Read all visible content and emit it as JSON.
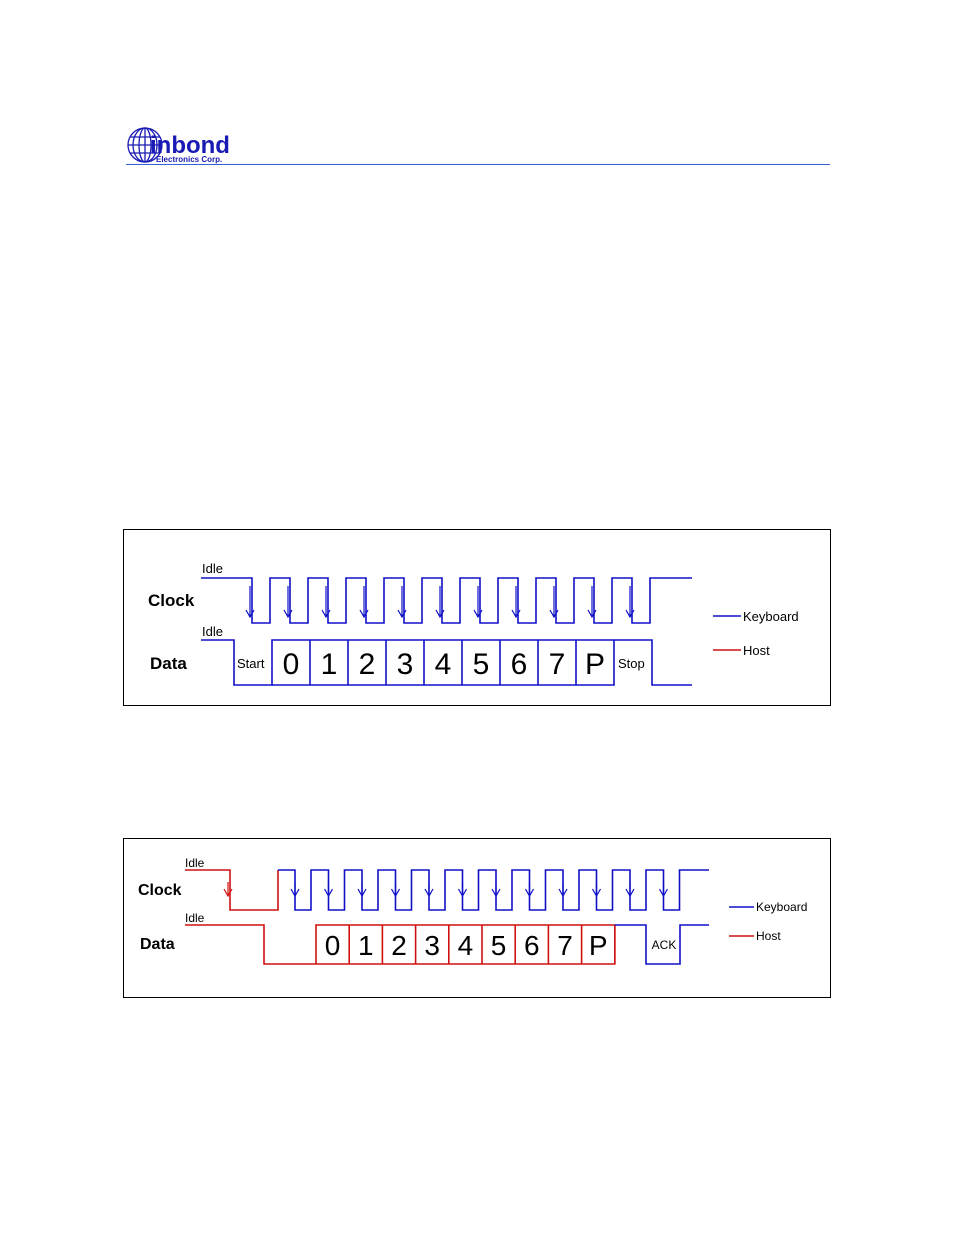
{
  "logo": {
    "brand": "Winbond",
    "tagline": "Electronics Corp.",
    "color": "#1a1ab4"
  },
  "colors": {
    "keyboard": "#1010c8",
    "host": "#d01010",
    "rule": "#3a5fd6"
  },
  "fig1": {
    "clock_label": "Clock",
    "data_label": "Data",
    "clock_idle": "Idle",
    "data_idle": "Idle",
    "start_label": "Start",
    "stop_label": "Stop",
    "bits": [
      "0",
      "1",
      "2",
      "3",
      "4",
      "5",
      "6",
      "7",
      "P"
    ],
    "legend": {
      "keyboard": "Keyboard",
      "host": "Host"
    }
  },
  "fig2": {
    "clock_label": "Clock",
    "data_label": "Data",
    "clock_idle": "Idle",
    "data_idle": "Idle",
    "bits": [
      "0",
      "1",
      "2",
      "3",
      "4",
      "5",
      "6",
      "7",
      "P"
    ],
    "ack_label": "ACK",
    "legend": {
      "keyboard": "Keyboard",
      "host": "Host"
    }
  }
}
